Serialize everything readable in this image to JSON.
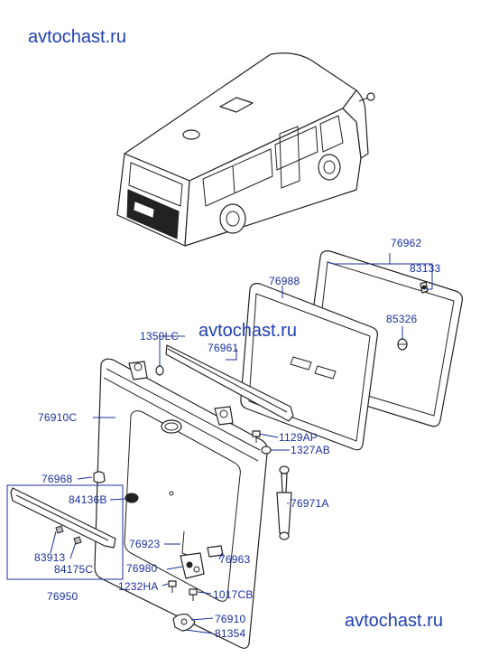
{
  "watermarks": {
    "top": "avtochast.ru",
    "middle": "avtochast.ru",
    "bottom": "avtochast.ru"
  },
  "labels": {
    "p76962": "76962",
    "p83133": "83133",
    "p76988": "76988",
    "p85326": "85326",
    "p1350LC": "1350LC",
    "p76961": "76961",
    "p76910C": "76910C",
    "p1129AP": "1129AP",
    "p1327AB": "1327AB",
    "p76968": "76968",
    "p84136B": "84136B",
    "p76971A": "76971A",
    "p76923": "76923",
    "p76963": "76963",
    "p83913": "83913",
    "p84175C": "84175C",
    "p76980": "76980",
    "p1232HA": "1232HA",
    "p1017CB": "1017CB",
    "p76950": "76950",
    "p76910": "76910",
    "p81354": "81354"
  }
}
